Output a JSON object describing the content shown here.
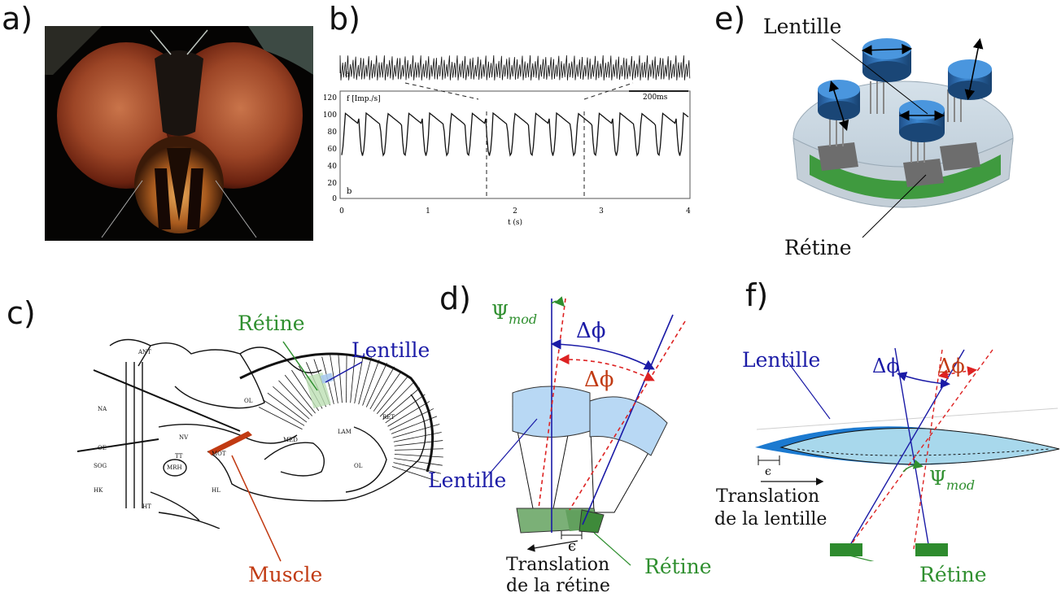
{
  "panels": {
    "a": {
      "label": "a)"
    },
    "b": {
      "label": "b)",
      "trace_label": "a",
      "axis_unit_label": "f [Imp./s]",
      "sub_label": "b",
      "scale_bar": "200ms",
      "y_ticks": [
        "120",
        "100",
        "80",
        "60",
        "40",
        "20",
        "0"
      ],
      "x_ticks": [
        "0",
        "1",
        "2",
        "3",
        "4"
      ],
      "xlabel": "t (s)"
    },
    "c": {
      "label": "c)",
      "retina": "Rétine",
      "lens": "Lentille",
      "muscle": "Muscle",
      "anatomy": [
        "ANT",
        "NA",
        "OL",
        "RET",
        "NV",
        "LAM",
        "MED",
        "MOT",
        "OE",
        "SOG",
        "TT",
        "MRH",
        "HK",
        "HL",
        "HT",
        "OL"
      ]
    },
    "d": {
      "label": "d)",
      "psi": "Ψ",
      "psi_sub": "mod",
      "delta_phi": "Δϕ",
      "lens": "Lentille",
      "retina": "Rétine",
      "epsilon": "ϵ",
      "translation_line1": "Translation",
      "translation_line2": "de la rétine"
    },
    "e": {
      "label": "e)",
      "lens": "Lentille",
      "retina": "Rétine"
    },
    "f": {
      "label": "f)",
      "lens": "Lentille",
      "delta_phi": "Δϕ",
      "epsilon": "ϵ",
      "psi": "Ψ",
      "psi_sub": "mod",
      "translation_line1": "Translation",
      "translation_line2": "de la lentille",
      "retina": "Rétine"
    }
  },
  "colors": {
    "green": "#2f8f2f",
    "blue": "#1a1aa6",
    "red": "#c13a12",
    "light_blue": "#a8d4ec",
    "dark_green": "#2e8b2e"
  }
}
